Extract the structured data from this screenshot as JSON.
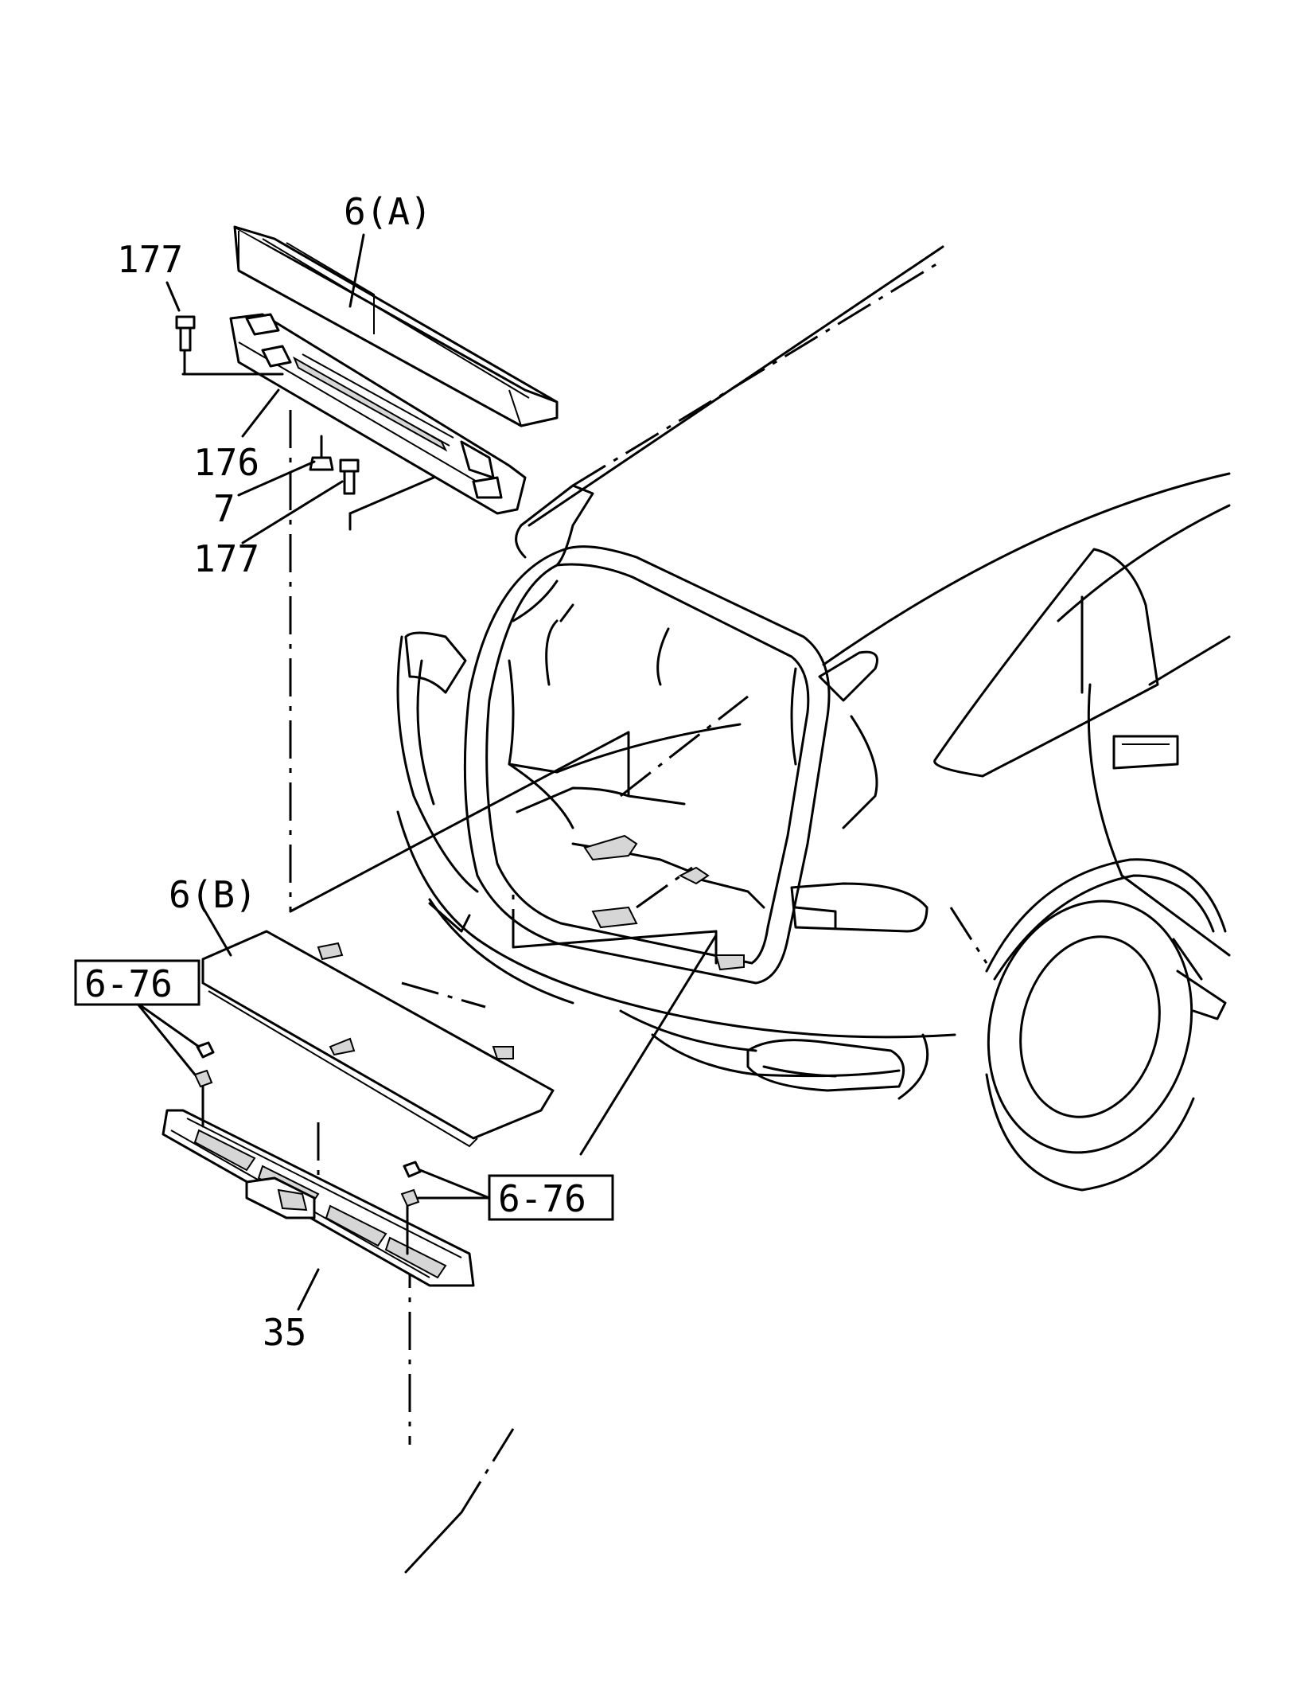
{
  "labels": {
    "part_6a": "6(A)",
    "part_177_top": "177",
    "part_176": "176",
    "part_7": "7",
    "part_177_bottom": "177",
    "part_6b": "6(B)",
    "ref_6_76_left": "6-76",
    "ref_6_76_right": "6-76",
    "part_35": "35"
  }
}
